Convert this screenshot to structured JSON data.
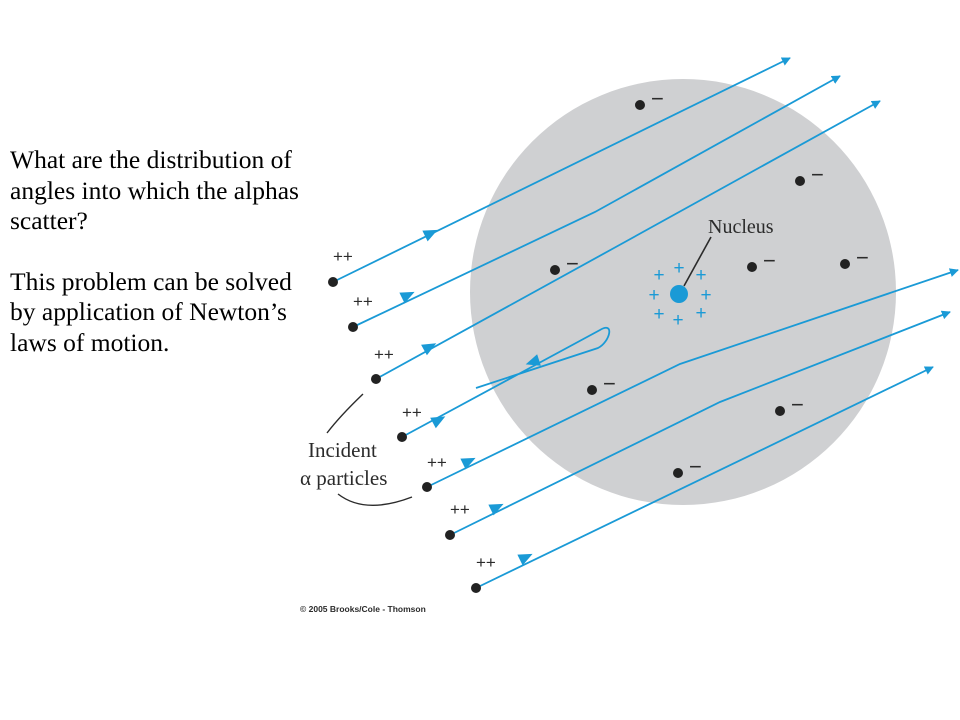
{
  "slide": {
    "question": "What are the distribution of angles into which the alphas scatter?",
    "statement": "This problem can be solved by application of Newton’s laws of motion."
  },
  "diagram": {
    "nucleus_label": "Nucleus",
    "incident_label_line1": "Incident",
    "incident_label_line2": "α particles",
    "alpha_charge": "++",
    "electron_charge": "−",
    "proton_charge": "+",
    "copyright": "© 2005 Brooks/Cole - Thomson",
    "colors": {
      "atom": "#cfd0d2",
      "trajectory": "#1a9ad6",
      "nucleus": "#1a9ad6",
      "particle": "#222222"
    }
  }
}
